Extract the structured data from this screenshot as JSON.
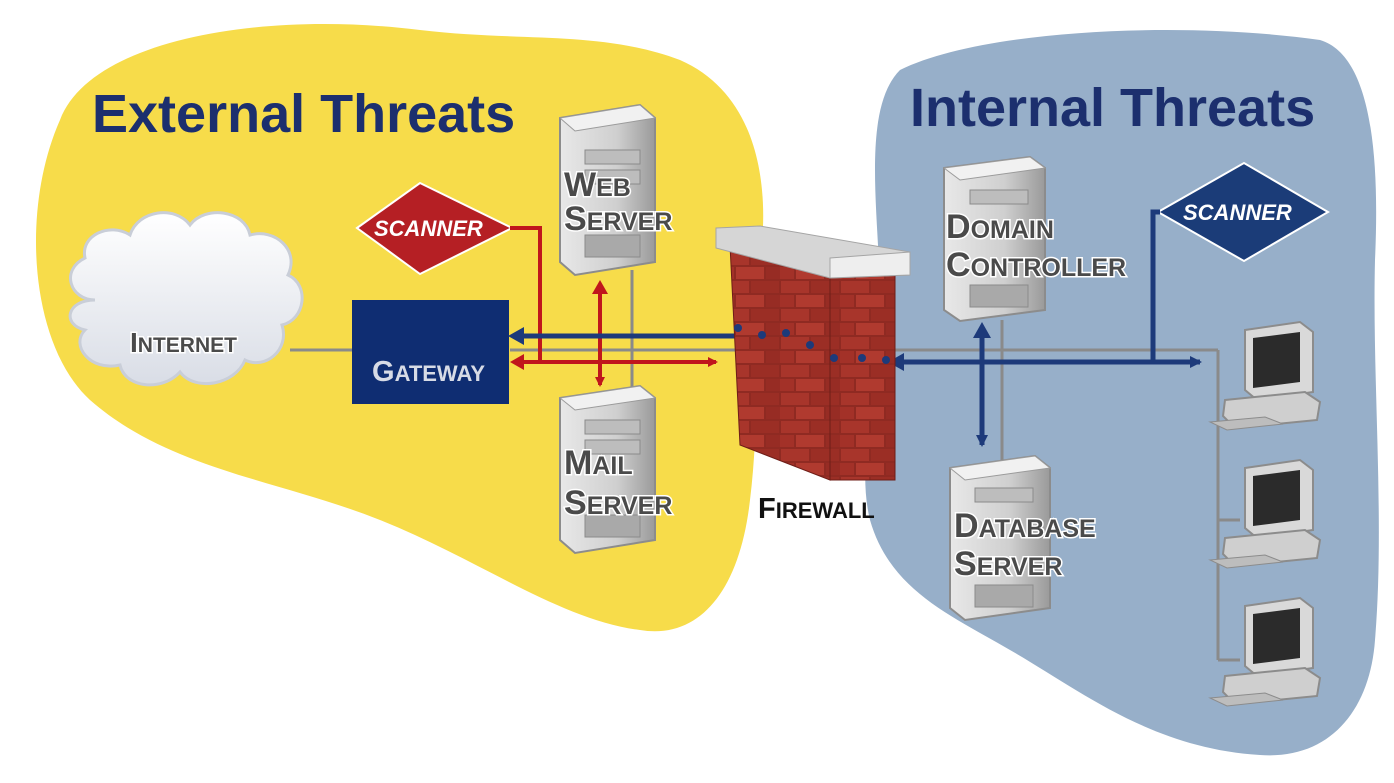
{
  "titles": {
    "external": "External Threats",
    "internal": "Internal Threats"
  },
  "nodes": {
    "internet": {
      "big": "I",
      "rest": "NTERNET"
    },
    "gateway": {
      "big": "G",
      "rest": "ATEWAY"
    },
    "web_server": {
      "line1_big": "W",
      "line1_rest": "EB",
      "line2_big": "S",
      "line2_rest": "ERVER"
    },
    "mail_server": {
      "line1_big": "M",
      "line1_rest": "AIL",
      "line2_big": "S",
      "line2_rest": "ERVER"
    },
    "firewall": {
      "big": "F",
      "rest": "IREWALL"
    },
    "domain_controller": {
      "line1_big": "D",
      "line1_rest": "OMAIN",
      "line2_big": "C",
      "line2_rest": "ONTROLLER"
    },
    "database_server": {
      "line1_big": "D",
      "line1_rest": "ATABASE",
      "line2_big": "S",
      "line2_rest": "ERVER"
    },
    "scanner_external": "SCANNER",
    "scanner_internal": "SCANNER"
  },
  "colors": {
    "external_zone": "#f7dc4a",
    "internal_zone": "#97afc9",
    "title_text": "#1c2f6e",
    "gateway_fill": "#0f2d72",
    "scanner_external": "#b51f24",
    "scanner_internal": "#1b3c78",
    "red_link": "#c0161c",
    "blue_link": "#1d3a7a",
    "brick": "#9e2a22"
  },
  "icons": [
    "cloud-icon",
    "server-tower-icon",
    "desktop-computer-icon",
    "brick-wall-icon",
    "diamond-icon"
  ]
}
